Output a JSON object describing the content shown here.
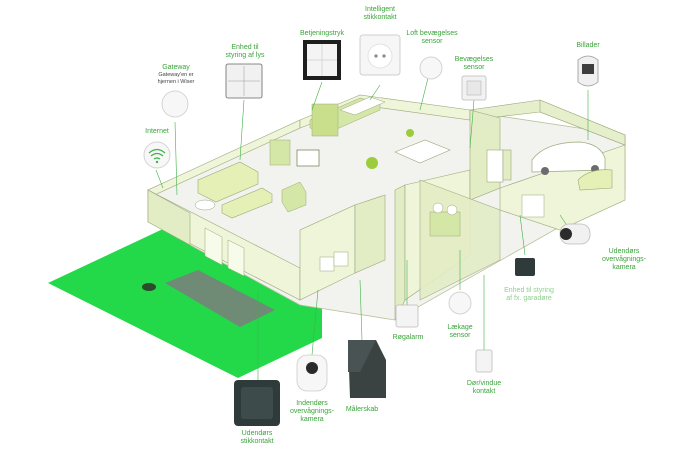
{
  "colors": {
    "accent": "#3fb34a",
    "lawn": "#23d94a",
    "wall": "#eef5d8",
    "floor": "#f3f3f0",
    "outline": "#9aa87a",
    "device_dark": "#2f3b3a"
  },
  "labels": {
    "gateway": {
      "title": "Gateway",
      "sub1": "Gateway'en er",
      "sub2": "hjernen i Wiser"
    },
    "internet": {
      "title": "Internet"
    },
    "light_unit": {
      "line1": "Enhed til",
      "line2": "styring af lys"
    },
    "control_switch": {
      "line1": "Betjeningstryk"
    },
    "smart_socket": {
      "line1": "Intelligent",
      "line2": "stikkontakt"
    },
    "ceiling_sensor": {
      "line1": "Loft bevægelses",
      "line2": "sensor"
    },
    "motion_sensor": {
      "line1": "Bevægelses",
      "line2": "sensor"
    },
    "car_charger": {
      "line1": "Billader"
    },
    "outdoor_camera": {
      "line1": "Udendørs",
      "line2": "overvågnings-",
      "line3": "kamera"
    },
    "garage_unit": {
      "line1": "Enhed til styring",
      "line2": "af fx. garadøre"
    },
    "smoke_alarm": {
      "line1": "Røgalarm"
    },
    "leak_sensor": {
      "line1": "Lækage",
      "line2": "sensor"
    },
    "door_window": {
      "line1": "Dør/vindue",
      "line2": "kontakt"
    },
    "meter_cabinet": {
      "line1": "Målerskab"
    },
    "indoor_camera": {
      "line1": "Indendørs",
      "line2": "overvågnings-",
      "line3": "kamera"
    },
    "outdoor_socket": {
      "line1": "Udendørs",
      "line2": "stikkontakt"
    }
  }
}
